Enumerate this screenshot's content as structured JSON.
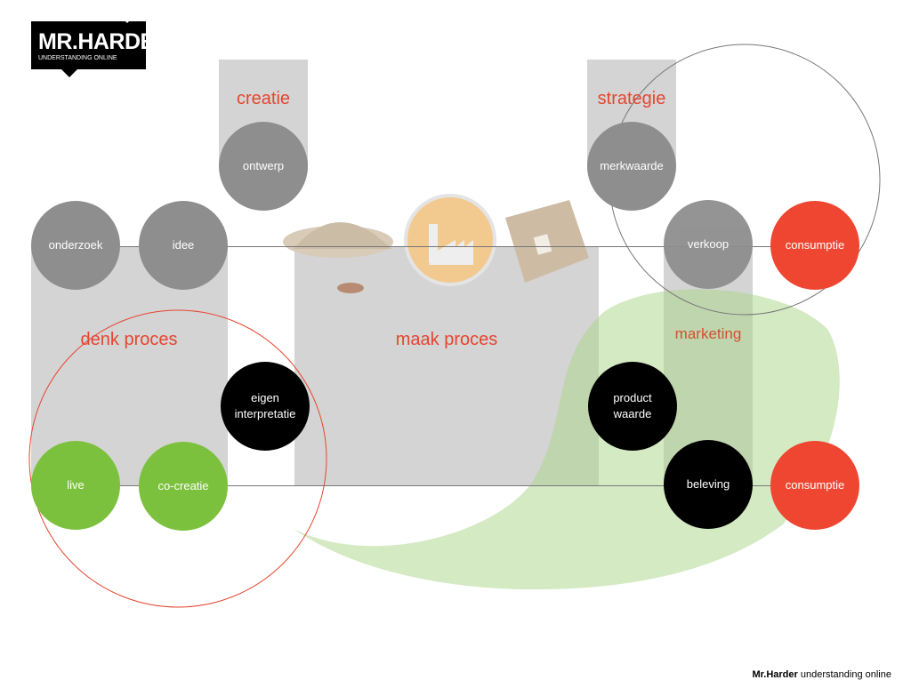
{
  "logo": {
    "title": "MR.HARDER",
    "subtitle": "UNDERSTANDING ONLINE"
  },
  "sections": {
    "creatie": "creatie",
    "strategie": "strategie",
    "denk": "denk proces",
    "maak": "maak proces",
    "marketing": "marketing"
  },
  "nodes": {
    "ontwerp": "ontwerp",
    "merkwaarde": "merkwaarde",
    "onderzoek": "onderzoek",
    "idee": "idee",
    "verkoop": "verkoop",
    "consumptie_top": "consumptie",
    "eigen": "eigen interpretatie",
    "product": "product waarde",
    "live": "live",
    "cocreatie": "co-creatie",
    "beleving": "beleving",
    "consumptie_bottom": "consumptie"
  },
  "footer": {
    "brand": "Mr.Harder",
    "tagline": " understanding online"
  },
  "colors": {
    "accent": "#e5452f",
    "gray": "#8e8e8e",
    "green": "#7cc13d",
    "bar": "#d4d4d4"
  }
}
